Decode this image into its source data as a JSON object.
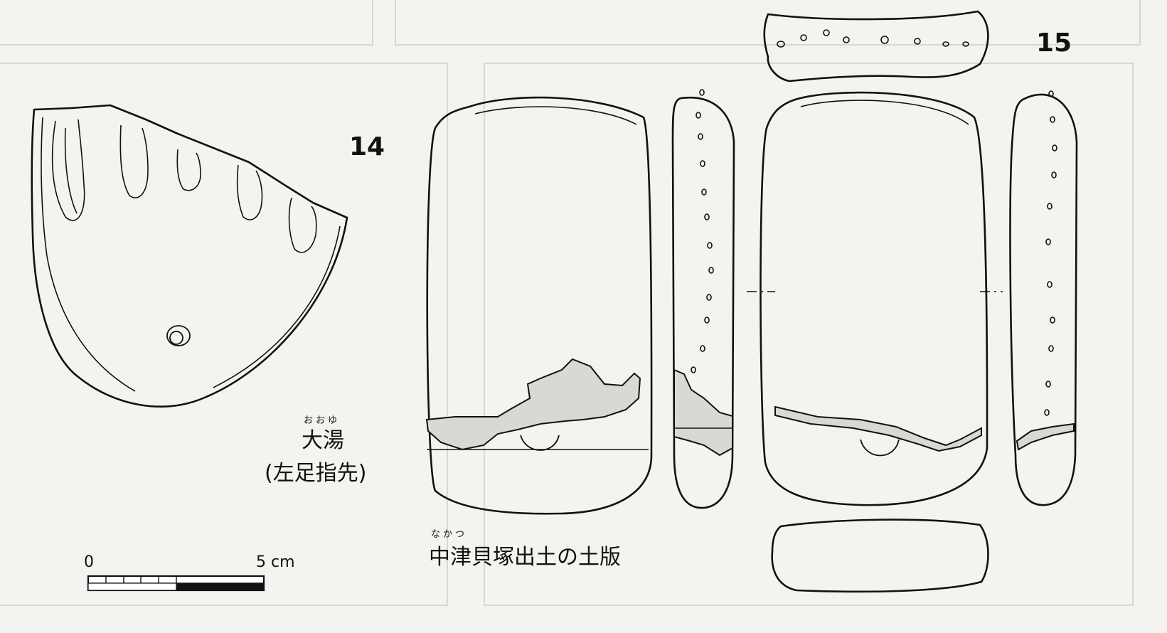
{
  "figure": {
    "item_14": {
      "number": "14",
      "ruby": "おおゆ",
      "name": "大湯",
      "description": "(左足指先)"
    },
    "item_15": {
      "number": "15",
      "ruby": "なかつ",
      "caption": "中津貝塚出土の土版"
    },
    "scale_bar": {
      "start_label": "0",
      "end_label": "5 cm"
    }
  },
  "colors": {
    "paper": "#f3f3ef",
    "ink": "#111111",
    "ghost_frame": "#d8d8d2"
  }
}
